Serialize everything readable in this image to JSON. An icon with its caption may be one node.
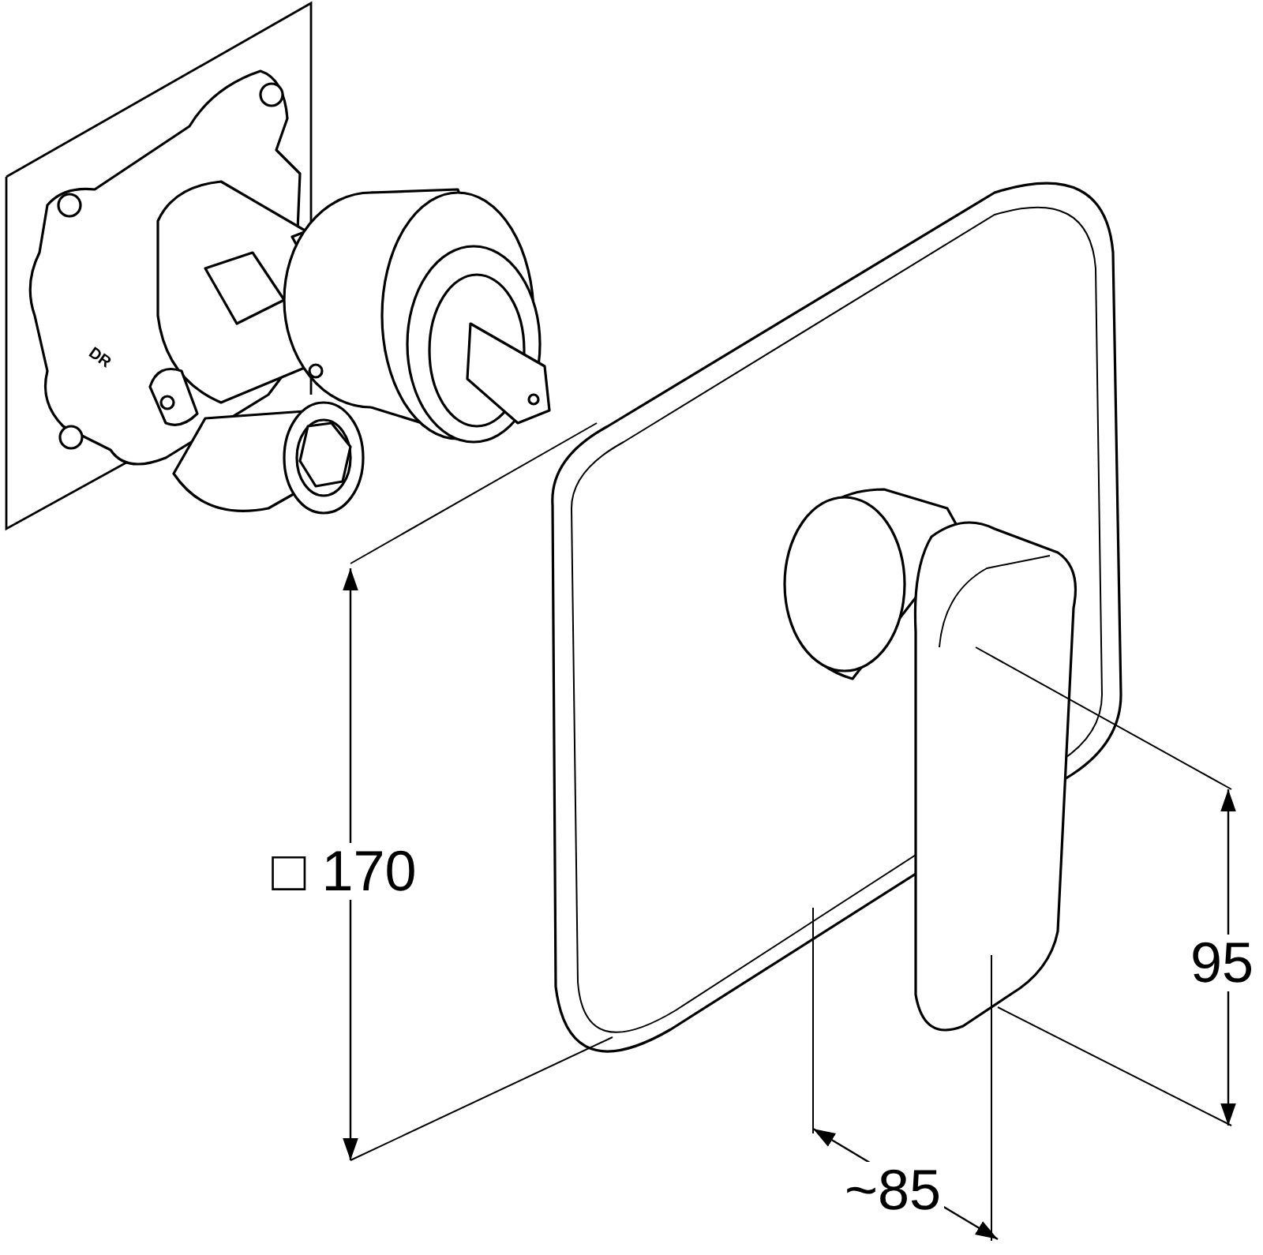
{
  "diagram": {
    "labels": [
      "DR",
      "□ 170",
      "95",
      "~85"
    ]
  }
}
